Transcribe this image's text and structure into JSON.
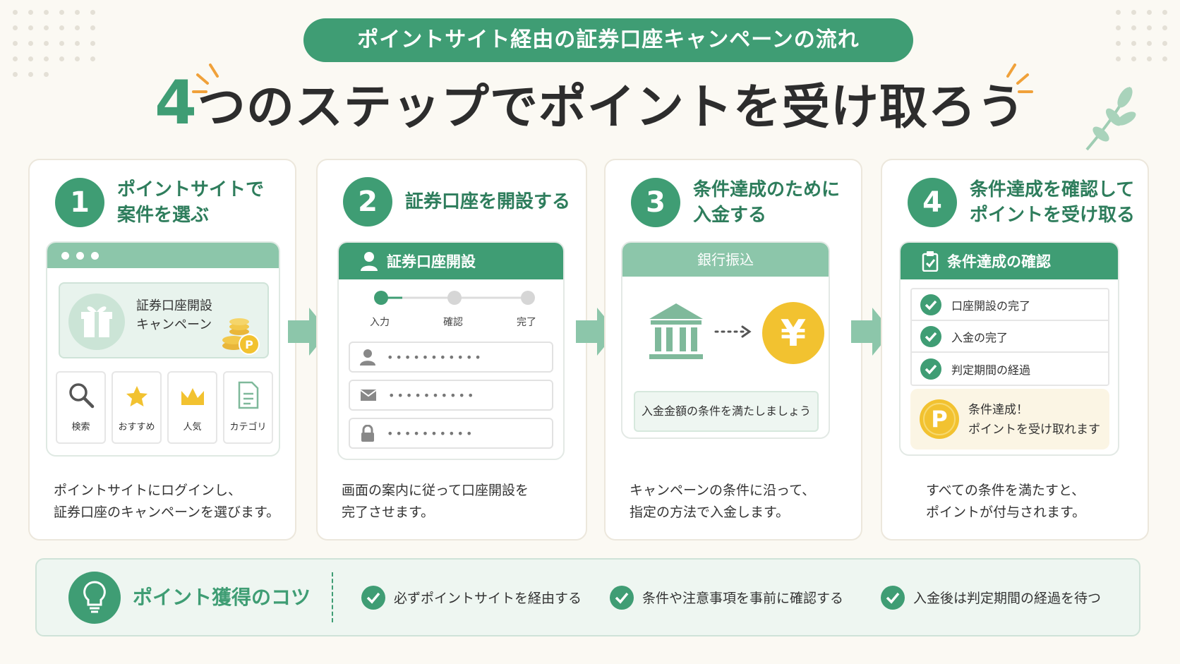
{
  "banner": "ポイントサイト経由の証券口座キャンペーンの流れ",
  "headline": {
    "num": "4",
    "rest": "つのステップでポイントを受け取ろう"
  },
  "steps": [
    {
      "num": "1",
      "title": "ポイントサイトで\n案件を選ぶ",
      "campaign_text": "証券口座開設\nキャンペーン",
      "tiles": [
        "検索",
        "おすすめ",
        "人気",
        "カテゴリ"
      ],
      "desc": "ポイントサイトにログインし、\n証券口座のキャンペーンを選びます。"
    },
    {
      "num": "2",
      "title": "証券口座を開設する",
      "panel_title": "証券口座開設",
      "progress": [
        "入力",
        "確認",
        "完了"
      ],
      "fields": [
        "•••••••••••",
        "••••••••••",
        "••••••••••"
      ],
      "desc": "画面の案内に従って口座開設を\n完了させます。"
    },
    {
      "num": "3",
      "title": "条件達成のために\n入金する",
      "panel_title": "銀行振込",
      "yen": "¥",
      "condition": "入金金額の条件を満たしましょう",
      "desc": "キャンペーンの条件に沿って、\n指定の方法で入金します。"
    },
    {
      "num": "4",
      "title": "条件達成を確認して\nポイントを受け取る",
      "panel_title": "条件達成の確認",
      "checks": [
        "口座開設の完了",
        "入金の完了",
        "判定期間の経過"
      ],
      "coin": "P",
      "complete": "条件達成！\nポイントを受け取れます",
      "desc": "すべての条件を満たすと、\nポイントが付与されます。"
    }
  ],
  "tips": {
    "title": "ポイント獲得のコツ",
    "items": [
      "必ずポイントサイトを経由する",
      "条件や注意事項を事前に確認する",
      "入金後は判定期間の経過を待つ"
    ]
  },
  "colors": {
    "accent": "#3f9d74",
    "light_accent": "#8cc6aa",
    "gold": "#f2c230",
    "background": "#fbf9f3"
  }
}
